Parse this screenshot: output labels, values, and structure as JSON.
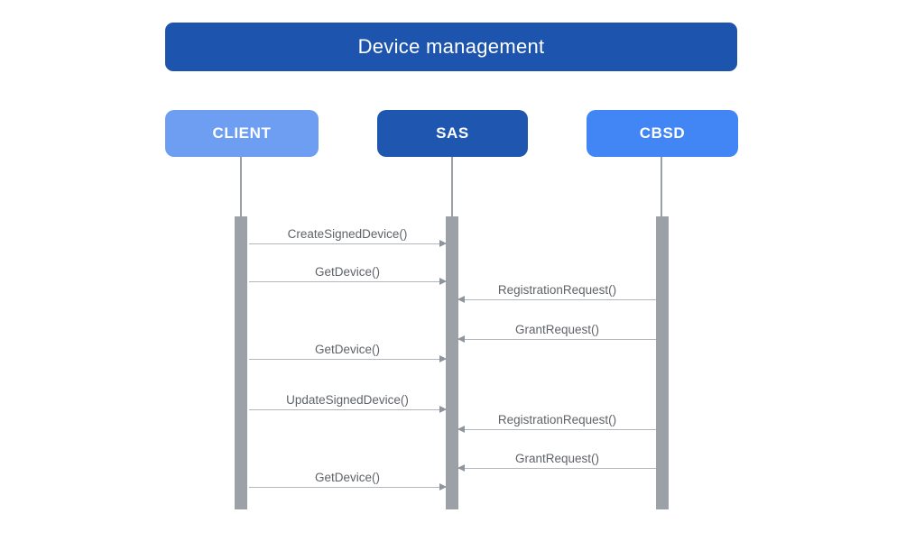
{
  "diagram": {
    "type": "sequence-diagram",
    "title": "Device management"
  },
  "actors": [
    {
      "id": "client",
      "label": "CLIENT",
      "color": "#6d9ef1"
    },
    {
      "id": "sas",
      "label": "SAS",
      "color": "#1e56b0"
    },
    {
      "id": "cbsd",
      "label": "CBSD",
      "color": "#4285f4"
    }
  ],
  "messages": [
    {
      "label": "CreateSignedDevice()",
      "from": "CLIENT",
      "to": "SAS",
      "direction": "right"
    },
    {
      "label": "GetDevice()",
      "from": "CLIENT",
      "to": "SAS",
      "direction": "right"
    },
    {
      "label": "RegistrationRequest()",
      "from": "CBSD",
      "to": "SAS",
      "direction": "left"
    },
    {
      "label": "GrantRequest()",
      "from": "CBSD",
      "to": "SAS",
      "direction": "left"
    },
    {
      "label": "GetDevice()",
      "from": "CLIENT",
      "to": "SAS",
      "direction": "right"
    },
    {
      "label": "UpdateSignedDevice()",
      "from": "CLIENT",
      "to": "SAS",
      "direction": "right"
    },
    {
      "label": "RegistrationRequest()",
      "from": "CBSD",
      "to": "SAS",
      "direction": "left"
    },
    {
      "label": "GrantRequest()",
      "from": "CBSD",
      "to": "SAS",
      "direction": "left"
    },
    {
      "label": "GetDevice()",
      "from": "CLIENT",
      "to": "SAS",
      "direction": "right"
    }
  ],
  "colors": {
    "title_bg": "#1d55ae",
    "client_bg": "#6d9ef1",
    "sas_bg": "#1e56b0",
    "cbsd_bg": "#4285f4",
    "lifeline": "#9aa0a6",
    "activation_bar": "#9ca1a8",
    "message_line": "#b3b7bd",
    "arrowhead": "#8e959c",
    "message_text": "#5f6368",
    "background": "#ffffff"
  }
}
